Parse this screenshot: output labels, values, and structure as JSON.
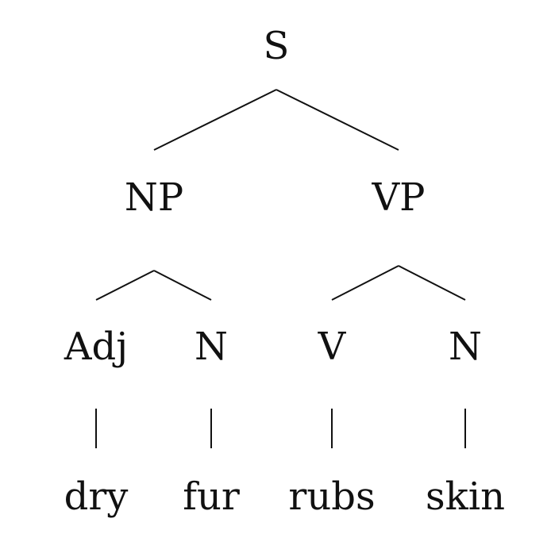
{
  "tree": {
    "root": "S",
    "phrases": {
      "np": "NP",
      "vp": "VP"
    },
    "categories": {
      "adj": "Adj",
      "n1": "N",
      "v": "V",
      "n2": "N"
    },
    "words": {
      "dry": "dry",
      "fur": "fur",
      "rubs": "rubs",
      "skin": "skin"
    }
  }
}
